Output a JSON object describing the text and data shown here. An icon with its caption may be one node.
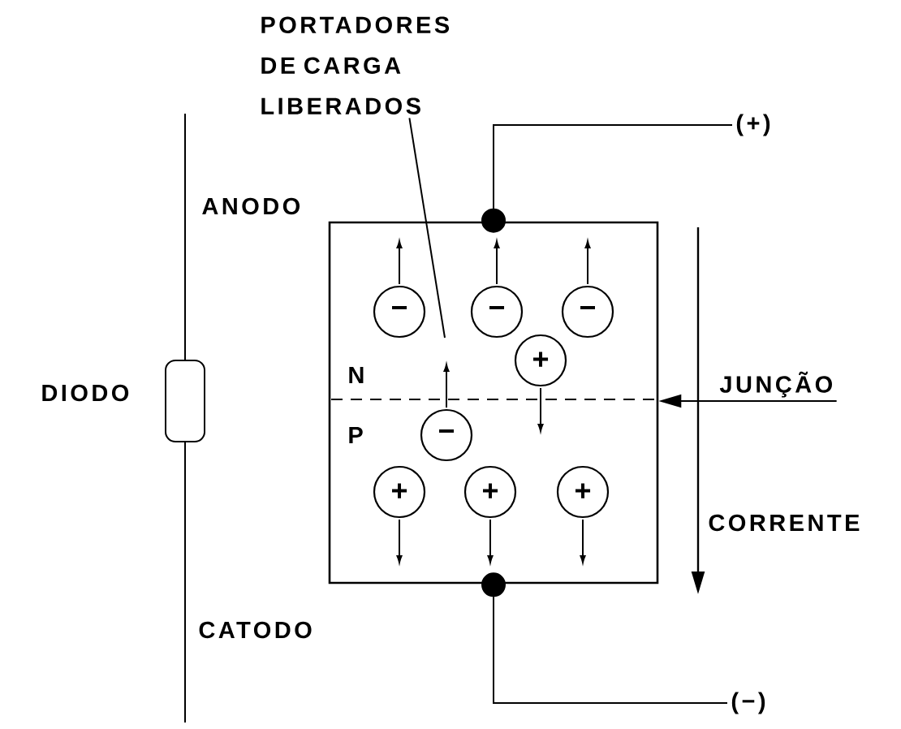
{
  "diagram": {
    "nodes": [
      {
        "text": [],
        "shape": "box"
      },
      {
        "text": [
          "−"
        ],
        "in": 0
      },
      {
        "text": [
          "−"
        ],
        "in": 0
      },
      {
        "text": [
          "−"
        ],
        "in": 0
      },
      {
        "text": [
          "+"
        ],
        "in": 0
      },
      {
        "text": [
          "−"
        ],
        "in": 0
      },
      {
        "text": [
          "+"
        ],
        "in": 0
      },
      {
        "text": [
          "+"
        ],
        "in": 0
      },
      {
        "text": [
          "+"
        ],
        "in": 0
      },
      {
        "text": [
          "(+)"
        ]
      },
      {
        "text": [
          "(−)"
        ]
      },
      {
        "text": [
          "PORTADORES DE CARGA LIBERADOS"
        ]
      },
      {
        "text": [
          "JUNÇÃO"
        ]
      }
    ],
    "edges": [
      {
        "from": 0,
        "to": 9,
        "arrow": "other"
      },
      {
        "from": 0,
        "to": 10,
        "arrow": "other"
      },
      {
        "from": 11,
        "to": null,
        "arrow": "none"
      },
      {
        "from": 12,
        "to": 0,
        "arrow": "to"
      }
    ],
    "labels": [
      "ANODO",
      "DIODO",
      "N",
      "P",
      "CORRENTE",
      "CATODO"
    ]
  }
}
